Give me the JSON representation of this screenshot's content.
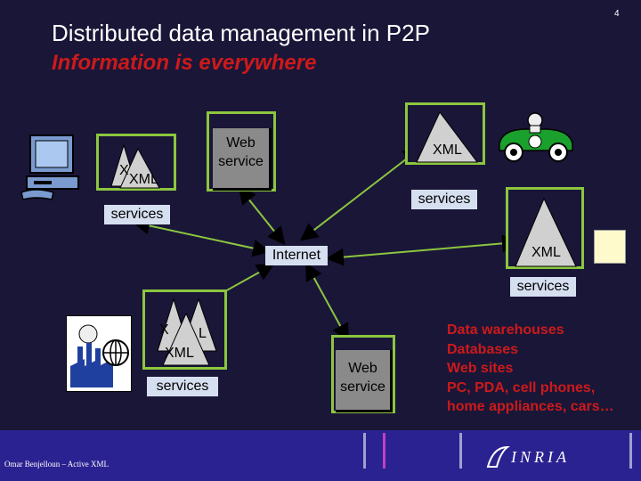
{
  "slide": {
    "number": "4",
    "title": "Distributed data management in P2P",
    "subtitle": "Information is everywhere"
  },
  "nodes": {
    "pc": {
      "xml_back": "X",
      "xml_front": "XML",
      "services": "services"
    },
    "web_top": {
      "label": "Web service"
    },
    "car": {
      "xml": "XML",
      "services": "services"
    },
    "internet": {
      "label": "Internet"
    },
    "right": {
      "xml": "XML",
      "services": "services"
    },
    "factory": {
      "xml_a": "X",
      "xml_b": "L",
      "xml_c": "XML",
      "services": "services"
    },
    "web_bottom": {
      "label": "Web service"
    }
  },
  "data_sources": [
    "Data warehouses",
    "Databases",
    "Web sites",
    "PC, PDA, cell phones,",
    "home appliances, cars…"
  ],
  "footer": {
    "credit": "Omar Benjelloun – Active XML",
    "logo": "INRIA"
  },
  "colors": {
    "background": "#1a1638",
    "panel_border": "#8cc63f",
    "accent_red": "#cc1a1a",
    "footer": "#2b2291"
  },
  "icons": [
    "computer-icon",
    "race-car-icon",
    "factory-icon",
    "globe-icon",
    "inria-logo-icon"
  ]
}
